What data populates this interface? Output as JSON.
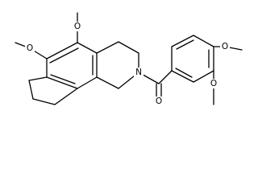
{
  "molecule": {
    "atoms": {
      "o_methoxy_upper_left": "O",
      "o_methoxy_lower_left": "O",
      "n_ring": "N",
      "o_carbonyl": "O",
      "o_methoxy_para": "O",
      "o_methoxy_meta": "O"
    }
  }
}
